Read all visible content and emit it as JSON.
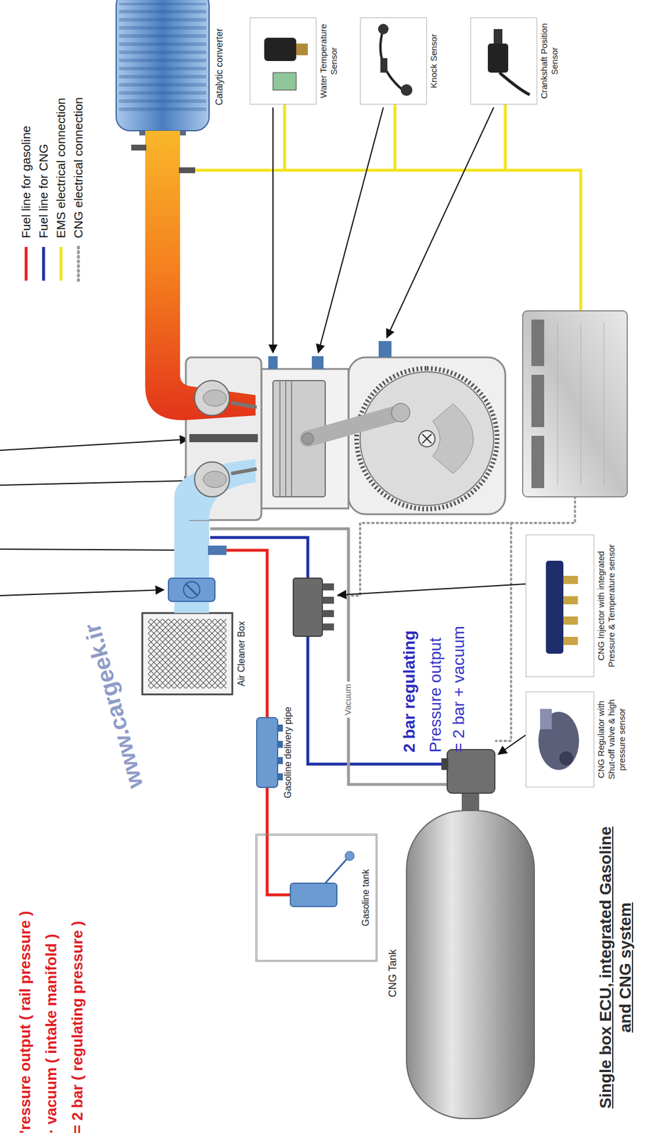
{
  "diagram": {
    "title": "Single box ECU, integrated Gasoline and CNG system",
    "nodes": [
      {
        "text": [
          "Water Temperature Sensor"
        ]
      },
      {
        "text": [
          "Knock Sensor"
        ]
      },
      {
        "text": [
          "Crankshaft Position Sensor"
        ]
      },
      {
        "text": [
          "CNG Injector with integrated Pressure & Temperature sensor"
        ]
      },
      {
        "text": [
          "CNG Regulator with Shut-off valve & high pressure sensor"
        ]
      },
      {
        "text": [
          "Gasoline tank"
        ]
      }
    ],
    "labels": [
      "'ressure output ( rail pressure )",
      "· vacuum ( intake manifold )",
      "= 2 bar ( regulating pressure )",
      "Catalytic converter",
      "Air Cleaner Box",
      "Gasoline delivery pipe",
      "CNG Tank",
      "Vacuum",
      "2 bar regulating",
      "Pressure output",
      "= 2 bar + vacuum",
      "www.cargeek.ir"
    ],
    "legend": [
      {
        "text": "Fuel line for gasoline",
        "color": "#e8231f"
      },
      {
        "text": "Fuel line for CNG",
        "color": "#1d2fa6"
      },
      {
        "text": "EMS electrical connection",
        "color": "#f2e21b"
      },
      {
        "text": "CNG electrical connection"
      }
    ]
  }
}
